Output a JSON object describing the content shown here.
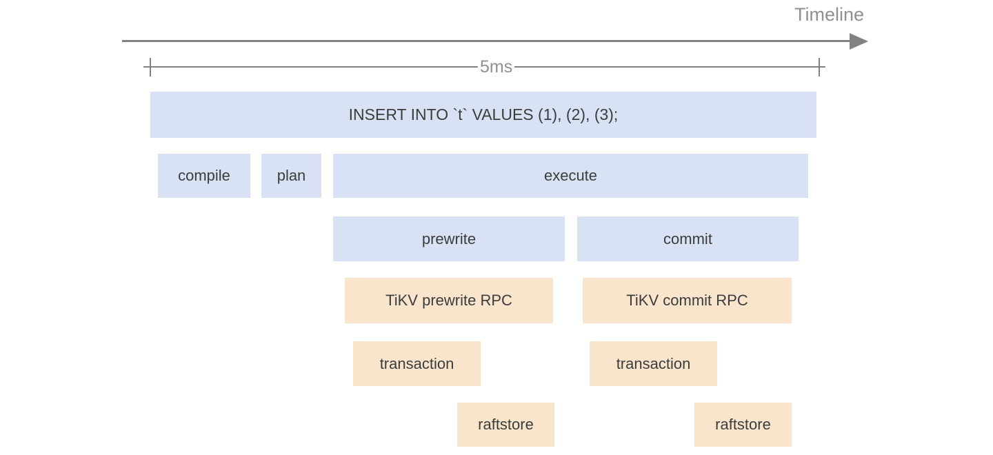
{
  "header": {
    "timeline_label": "Timeline",
    "duration_label": "5ms"
  },
  "colors": {
    "background": "#ffffff",
    "sql_layer_fill": "#d9e2f4",
    "kv_layer_fill": "#f9e5cb",
    "bar_text": "#3c3c3c",
    "line_gray": "#828282",
    "muted_text": "#909090"
  },
  "rows": [
    {
      "name": "sql-statement",
      "bars": [
        {
          "label": "INSERT INTO `t` VALUES (1), (2), (3);"
        }
      ]
    },
    {
      "name": "tidb-session",
      "bars": [
        {
          "label": "compile"
        },
        {
          "label": "plan"
        },
        {
          "label": "execute"
        }
      ]
    },
    {
      "name": "two-phase-commit",
      "bars": [
        {
          "label": "prewrite"
        },
        {
          "label": "commit"
        }
      ]
    },
    {
      "name": "tikv-rpc",
      "bars": [
        {
          "label": "TiKV prewrite RPC"
        },
        {
          "label": "TiKV commit RPC"
        }
      ]
    },
    {
      "name": "tikv-transaction",
      "bars": [
        {
          "label": "transaction"
        },
        {
          "label": "transaction"
        }
      ]
    },
    {
      "name": "tikv-raftstore",
      "bars": [
        {
          "label": "raftstore"
        },
        {
          "label": "raftstore"
        }
      ]
    }
  ]
}
